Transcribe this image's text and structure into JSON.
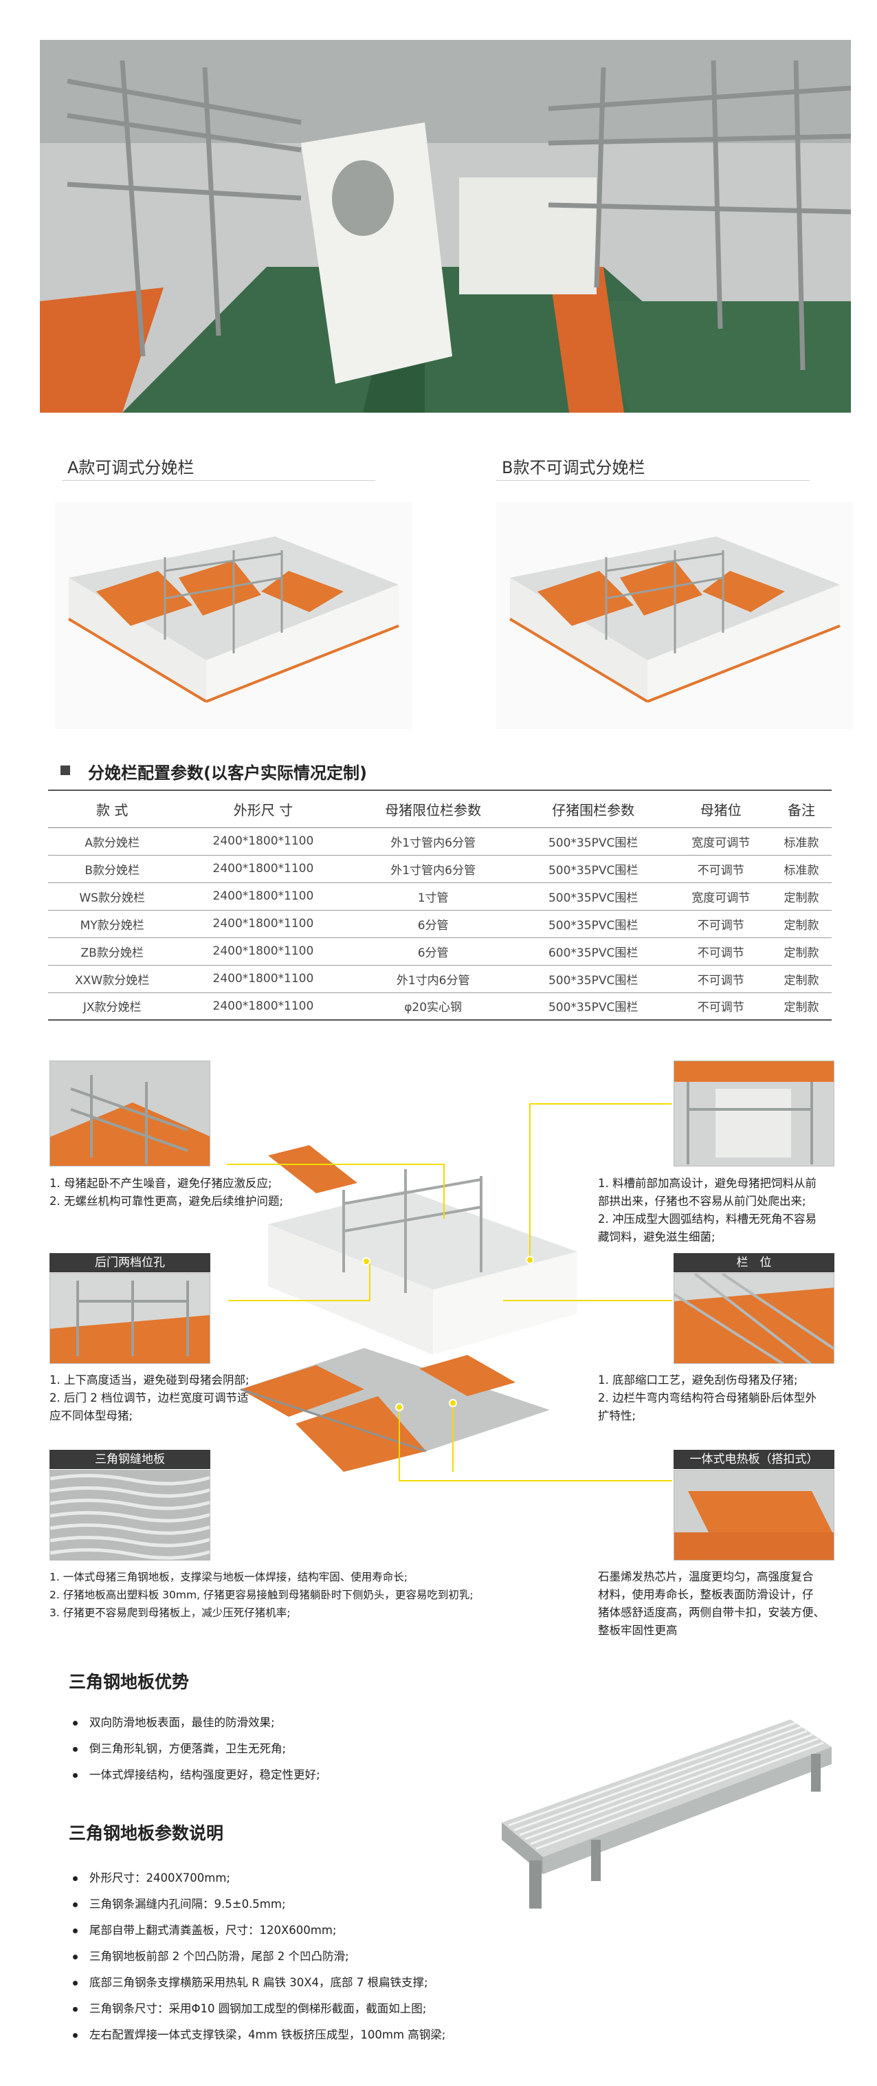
{
  "products": {
    "a_title": "A款可调式分娩栏",
    "b_title": "B款不可调式分娩栏"
  },
  "config": {
    "title": "分娩栏配置参数(以客户实际情况定制)",
    "headers": [
      "款 式",
      "外形尺 寸",
      "母猪限位栏参数",
      "仔猪围栏参数",
      "母猪位",
      "备注"
    ],
    "rows": [
      [
        "A款分娩栏",
        "2400*1800*1100",
        "外1寸管内6分管",
        "500*35PVC围栏",
        "宽度可调节",
        "标准款"
      ],
      [
        "B款分娩栏",
        "2400*1800*1100",
        "外1寸管内6分管",
        "500*35PVC围栏",
        "不可调节",
        "标准款"
      ],
      [
        "WS款分娩栏",
        "2400*1800*1100",
        "1寸管",
        "500*35PVC围栏",
        "宽度可调节",
        "定制款"
      ],
      [
        "MY款分娩栏",
        "2400*1800*1100",
        "6分管",
        "500*35PVC围栏",
        "不可调节",
        "定制款"
      ],
      [
        "ZB款分娩栏",
        "2400*1800*1100",
        "6分管",
        "600*35PVC围栏",
        "不可调节",
        "定制款"
      ],
      [
        "XXW款分娩栏",
        "2400*1800*1100",
        "外1寸内6分管",
        "500*35PVC围栏",
        "不可调节",
        "定制款"
      ],
      [
        "JX款分娩栏",
        "2400*1800*1100",
        "φ20实心钢",
        "500*35PVC围栏",
        "不可调节",
        "定制款"
      ]
    ]
  },
  "features": {
    "top_left_desc": [
      "1. 母猪起卧不产生噪音，避免仔猪应激反应;",
      "2. 无螺丝机构可靠性更高，避免后续维护问题;"
    ],
    "back_gate_label": "后门两档位孔",
    "back_gate_desc": [
      "1. 上下高度适当，避免碰到母猪会阴部;",
      "2. 后门 2 档位调节，边栏宽度可调节适",
      "应不同体型母猪;"
    ],
    "floor_label": "三角钢缝地板",
    "floor_desc": [
      "1. 一体式母猪三角钢地板，支撑梁与地板一体焊接，结构牢固、使用寿命长;",
      "2. 仔猪地板高出塑料板 30mm, 仔猪更容易接触到母猪躺卧时下侧奶头，更容易吃到初乳;",
      "3. 仔猪更不容易爬到母猪板上，减少压死仔猪机率;"
    ],
    "top_right_desc": [
      "1. 料槽前部加高设计，避免母猪把饲料从前",
      "部拱出来，仔猪也不容易从前门处爬出来;",
      "2. 冲压成型大圆弧结构，料槽无死角不容易",
      "藏饲料，避免滋生细菌;"
    ],
    "rail_label": "栏　位",
    "rail_desc": [
      "1. 底部缩口工艺，避免刮伤母猪及仔猪;",
      "2. 边栏牛弯内弯结构符合母猪躺卧后体型外",
      "扩特性;"
    ],
    "heater_label": "一体式电热板（搭扣式）",
    "heater_desc": [
      "石墨烯发热芯片，温度更均匀，高强度复合",
      "材料，使用寿命长，整板表面防滑设计，仔",
      "猪体感舒适度高，两侧自带卡扣，安装方便、",
      "整板牢固性更高"
    ]
  },
  "advantages": {
    "title": "三角钢地板优势",
    "items": [
      "双向防滑地板表面，最佳的防滑效果;",
      "倒三角形轧钢，方便落粪，卫生无死角;",
      "一体式焊接结构，结构强度更好，稳定性更好;"
    ]
  },
  "params": {
    "title": "三角钢地板参数说明",
    "items": [
      "外形尺寸：2400X700mm;",
      "三角钢条漏缝内孔间隔：9.5±0.5mm;",
      "尾部自带上翻式清粪盖板，尺寸：120X600mm;",
      "三角钢地板前部 2 个凹凸防滑，尾部 2 个凹凸防滑;",
      "底部三角钢条支撑横筋采用热轧 R 扁铁 30X4，底部 7 根扁铁支撑;",
      "三角钢条尺寸：采用Φ10 圆钢加工成型的倒梯形截面，截面如上图;",
      "左右配置焊接一体式支撑铁梁，4mm 铁板挤压成型，100mm 高钢梁;"
    ]
  },
  "colors": {
    "accent_orange": "#e8692a",
    "callout_yellow": "#f2dc00",
    "label_dark": "#3a3a3a",
    "mesh_green": "#3d8b4f"
  }
}
